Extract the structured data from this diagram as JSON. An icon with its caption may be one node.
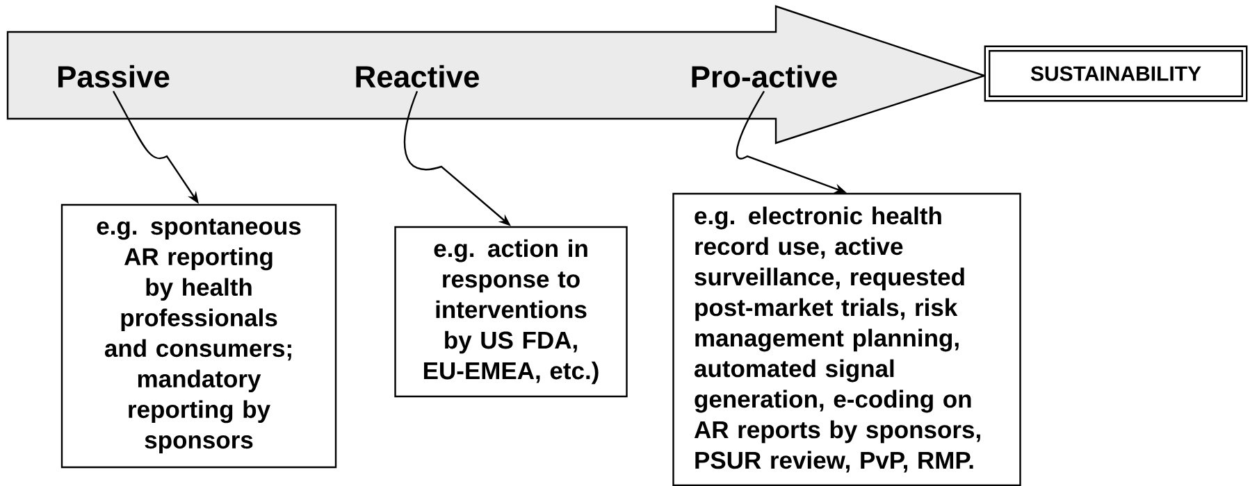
{
  "diagram": {
    "nodes": [
      {
        "text": [],
        "shape": "arrow"
      },
      {
        "text": [
          "Passive"
        ],
        "in": 0
      },
      {
        "text": [
          "Reactive"
        ],
        "in": 0
      },
      {
        "text": [
          "Pro-active"
        ],
        "in": 0
      },
      {
        "text": [
          "SUSTAINABILITY"
        ]
      },
      {
        "text": [
          "e.g. spontaneous AR reporting by health professionals and consumers; mandatory reporting by sponsors"
        ]
      },
      {
        "text": [
          "e.g. action in response to interventions by US FDA, EU-EMEA, etc.)"
        ]
      },
      {
        "text": [
          "e.g. electronic health record use, active surveillance, requested post-market trials, risk management planning, automated signal generation, e-coding on AR reports by sponsors, PSUR review, PvP, RMP."
        ]
      }
    ],
    "edges": [
      {
        "from": 1,
        "to": 5,
        "arrow": "to"
      },
      {
        "from": 2,
        "to": 6,
        "arrow": "to"
      },
      {
        "from": 3,
        "to": 7,
        "arrow": "to"
      }
    ]
  }
}
